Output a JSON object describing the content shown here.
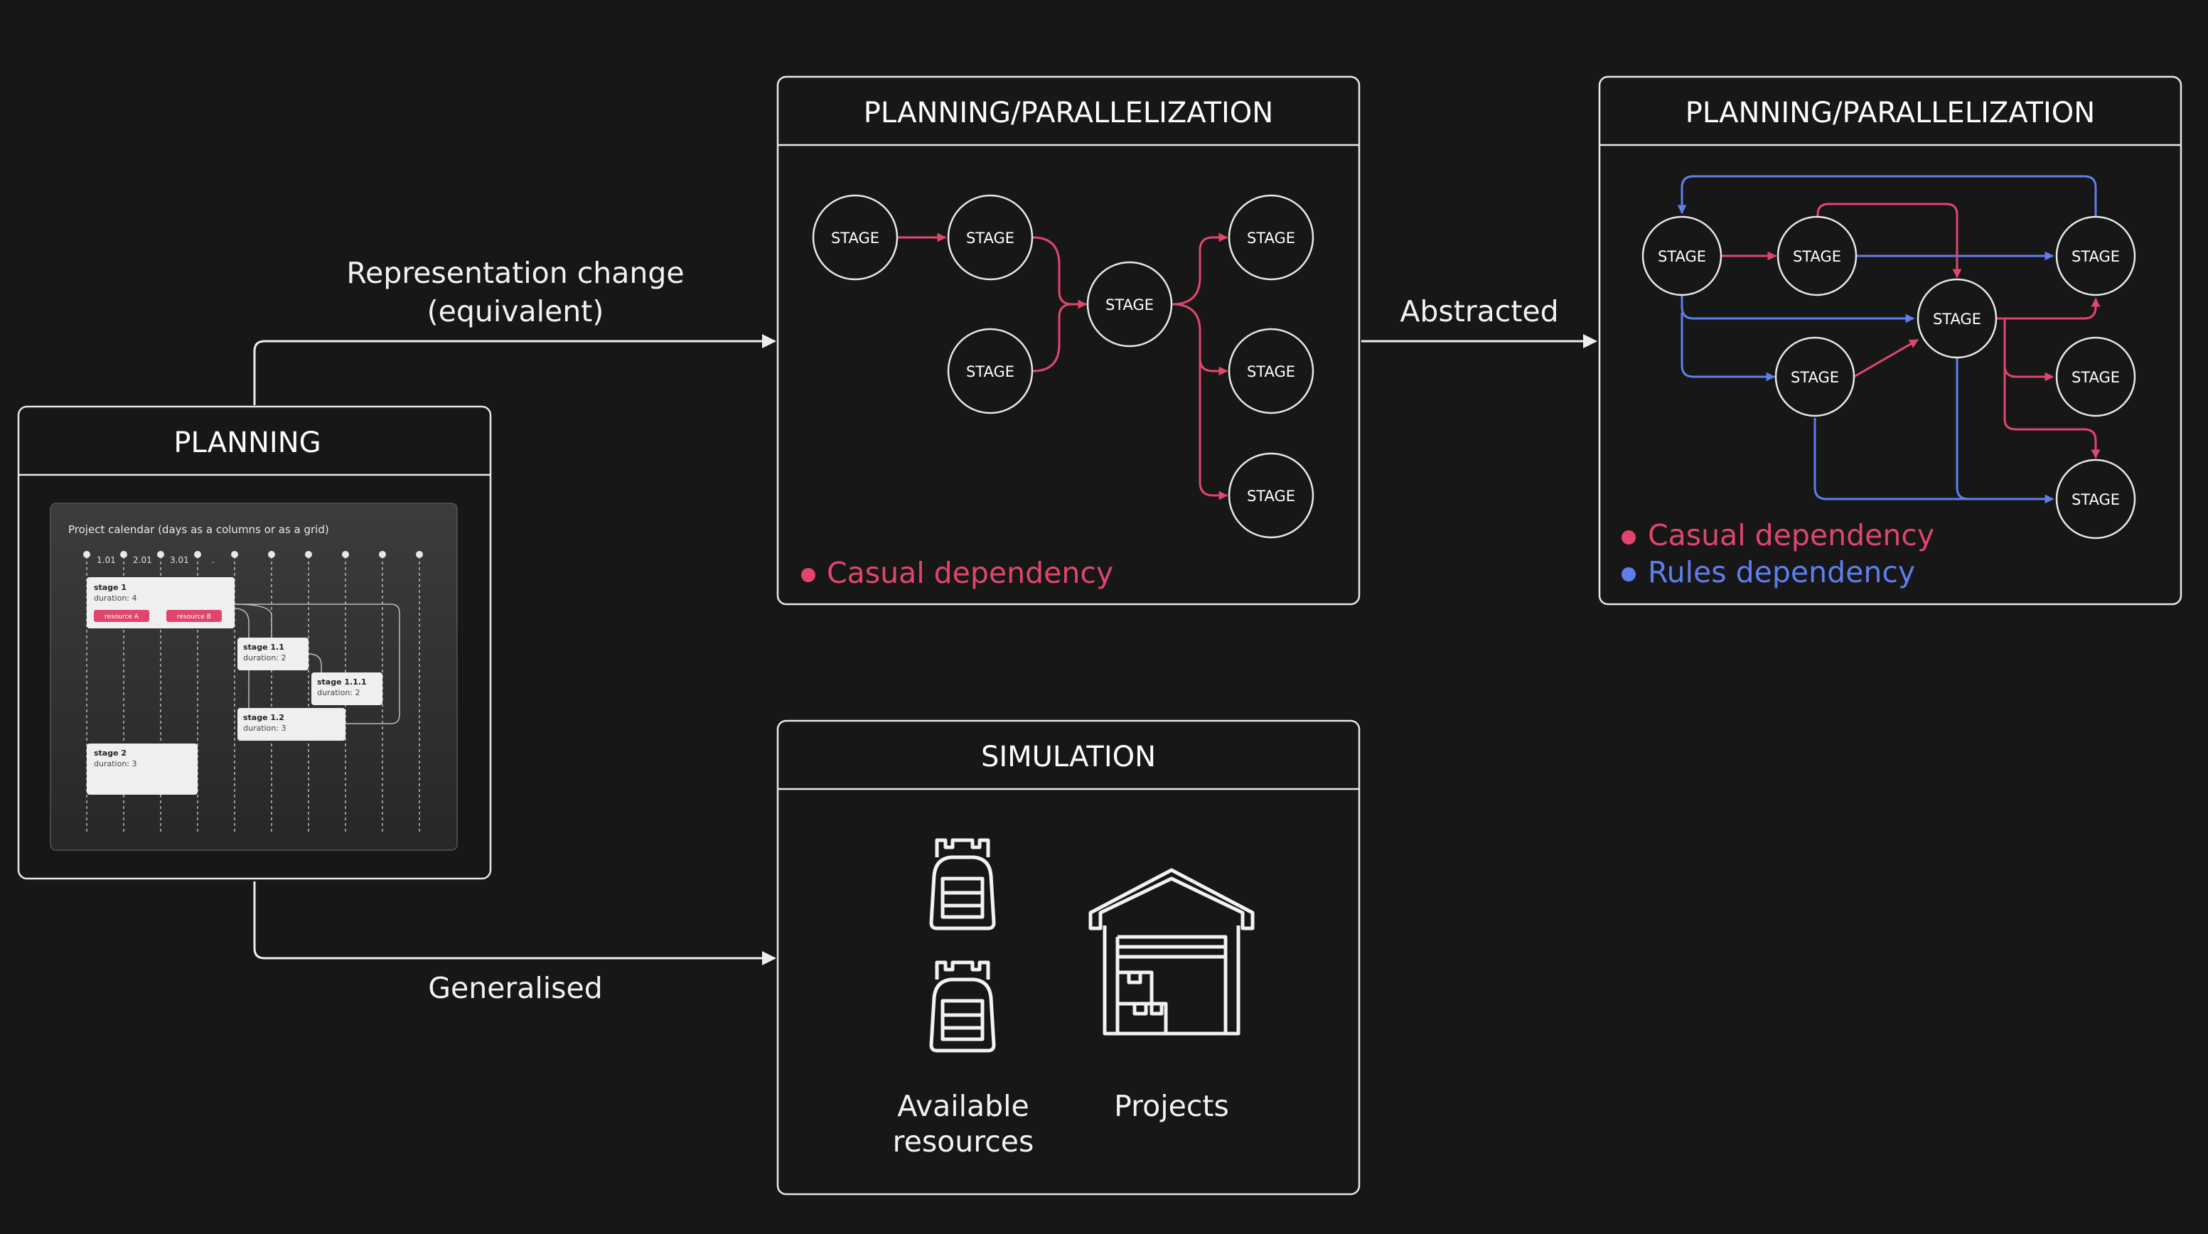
{
  "colors": {
    "background": "#171717",
    "causal": "#e0466c",
    "rules": "#5f7eee",
    "line": "#eeeeee"
  },
  "planning": {
    "title": "PLANNING",
    "calendar": {
      "title": "Project calendar (days as a columns or as a grid)",
      "dates": [
        "1.01",
        "2.01",
        "3.01",
        "."
      ],
      "cards": {
        "stage1": {
          "title": "stage 1",
          "sub": "duration: 4",
          "resources": [
            "resource A",
            "resource B"
          ]
        },
        "stage11": {
          "title": "stage 1.1",
          "sub": "duration: 2"
        },
        "stage111": {
          "title": "stage 1.1.1",
          "sub": "duration: 2"
        },
        "stage12": {
          "title": "stage 1.2",
          "sub": "duration: 3"
        },
        "stage2": {
          "title": "stage 2",
          "sub": "duration: 3"
        }
      }
    }
  },
  "arrows": {
    "representation": {
      "line1": "Representation change",
      "line2": "(equivalent)"
    },
    "abstracted": "Abstracted",
    "generalised": "Generalised"
  },
  "parallel1": {
    "title": "PLANNING/PARALLELIZATION",
    "stage_label": "STAGE",
    "legend": "Casual dependency"
  },
  "parallel2": {
    "title": "PLANNING/PARALLELIZATION",
    "stage_label": "STAGE",
    "legend_causal": "Casual dependency",
    "legend_rules": "Rules dependency"
  },
  "simulation": {
    "title": "SIMULATION",
    "resources_label": [
      "Available",
      "resources"
    ],
    "projects_label": "Projects",
    "icons": [
      "backpack-icon",
      "backpack-icon",
      "warehouse-icon"
    ]
  }
}
